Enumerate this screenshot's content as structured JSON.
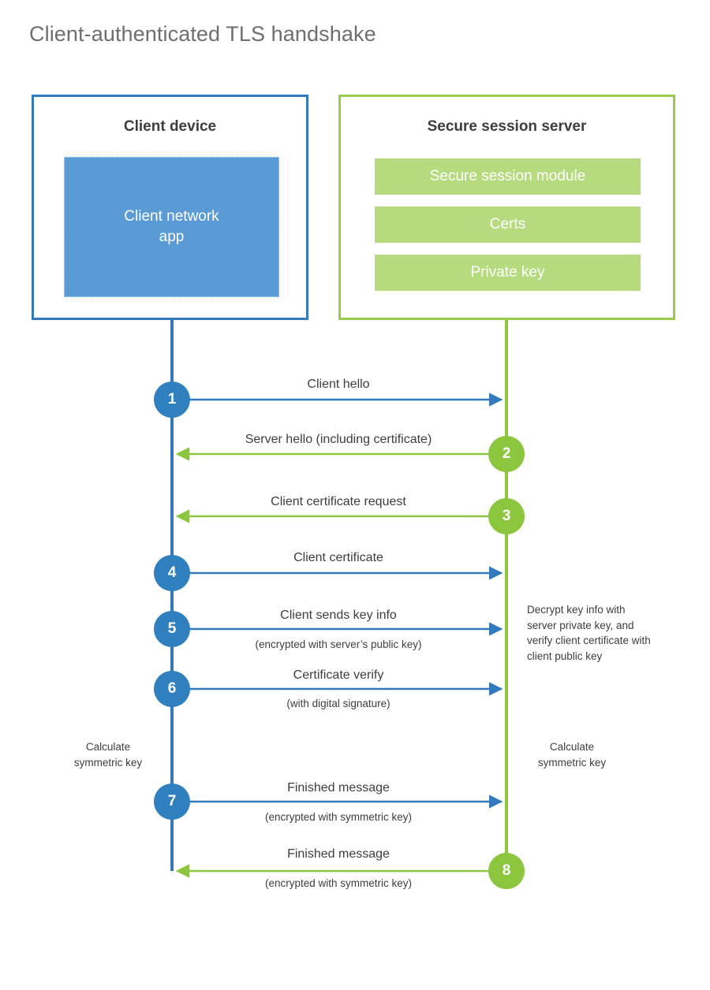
{
  "title": "Client-authenticated TLS handshake",
  "colors": {
    "client_border": "#3279bd",
    "client_fill": "#5b9bd5",
    "server_border": "#9acb4a",
    "server_fill": "#b5db7e",
    "step_blue": "#3080c0",
    "step_green": "#8cc63e",
    "text": "#3d3d3d",
    "title_text": "#6e6e6e"
  },
  "actors": {
    "client": {
      "title": "Client device",
      "app_label": "Client network app"
    },
    "server": {
      "title": "Secure session server",
      "components": [
        "Secure session module",
        "Certs",
        "Private key"
      ]
    }
  },
  "messages": [
    {
      "step": "1",
      "label": "Client hello",
      "sub": "",
      "direction": "client-to-server",
      "color": "blue"
    },
    {
      "step": "2",
      "label": "Server hello (including certificate)",
      "sub": "",
      "direction": "server-to-client",
      "color": "green"
    },
    {
      "step": "3",
      "label": "Client certificate request",
      "sub": "",
      "direction": "server-to-client",
      "color": "green"
    },
    {
      "step": "4",
      "label": "Client certificate",
      "sub": "",
      "direction": "client-to-server",
      "color": "blue"
    },
    {
      "step": "5",
      "label": "Client sends key info",
      "sub": "(encrypted with server’s public key)",
      "direction": "client-to-server",
      "color": "blue"
    },
    {
      "step": "6",
      "label": "Certificate verify",
      "sub": "(with digital signature)",
      "direction": "client-to-server",
      "color": "blue"
    },
    {
      "step": "7",
      "label": "Finished message",
      "sub": "(encrypted with symmetric key)",
      "direction": "client-to-server",
      "color": "blue"
    },
    {
      "step": "8",
      "label": "Finished message",
      "sub": "(encrypted with symmetric key)",
      "direction": "server-to-client",
      "color": "green"
    }
  ],
  "notes": {
    "server_decrypt": "Decrypt key info with server private key, and verify client certificate with client public key",
    "client_calculate": "Calculate symmetric key",
    "server_calculate": "Calculate symmetric key"
  }
}
